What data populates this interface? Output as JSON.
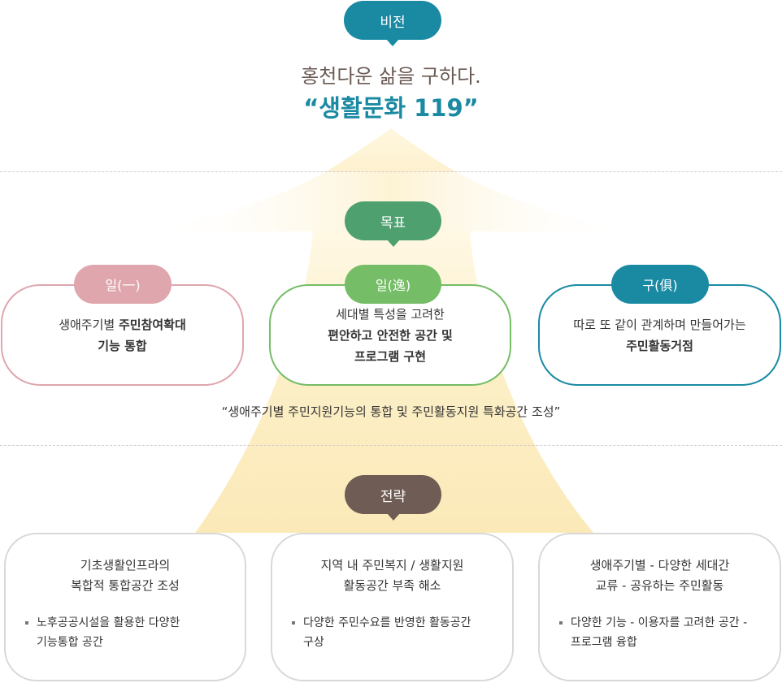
{
  "vision": {
    "label": "비전",
    "line1": "홍천다운 삶을 구하다.",
    "line2": "“생활문화 119”"
  },
  "goal": {
    "label": "목표",
    "items": [
      {
        "tag": "일(一)",
        "text_normal": "생애주기별 ",
        "text_strong": "주민참여확대",
        "line2_strong": "기능 통합",
        "line3_strong": ""
      },
      {
        "tag": "일(逸)",
        "text_normal": "세대별 특성을 고려한",
        "text_strong": "",
        "line2_strong": "편안하고 안전한 공간 및",
        "line3_strong": "프로그램 구현"
      },
      {
        "tag": "구(俱)",
        "text_normal": "따로 또 같이 관계하며 만들어가는",
        "text_strong": "",
        "line2_strong": "주민활동거점",
        "line3_strong": ""
      }
    ],
    "summary": "“생애주기별 주민지원기능의 통합 및 주민활동지원 특화공간 조성”"
  },
  "strategy": {
    "label": "전략",
    "items": [
      {
        "title1": "기초생활인프라의",
        "title2": "복합적 통합공간 조성",
        "bullet1": "노후공공시설을 활용한 다양한",
        "bullet2": "기능통합 공간"
      },
      {
        "title1": "지역 내 주민복지 / 생활지원",
        "title2": "활동공간 부족 해소",
        "bullet1": "다양한 주민수요를 반영한 활동공간",
        "bullet2": "구상"
      },
      {
        "title1": "생애주기별 - 다양한 세대간",
        "title2": "교류 - 공유하는 주민활동",
        "bullet1": "다양한 기능 - 이용자를 고려한 공간 -",
        "bullet2": "프로그램 융합"
      }
    ]
  },
  "colors": {
    "vision": "#1a8aa3",
    "goal": "#4ea06f",
    "strategy": "#6f5c54",
    "goal_tag_1": "#dfa6ae",
    "goal_tag_2": "#75bd66",
    "goal_tag_3": "#1a8aa3",
    "glow": "#fcefc8"
  }
}
